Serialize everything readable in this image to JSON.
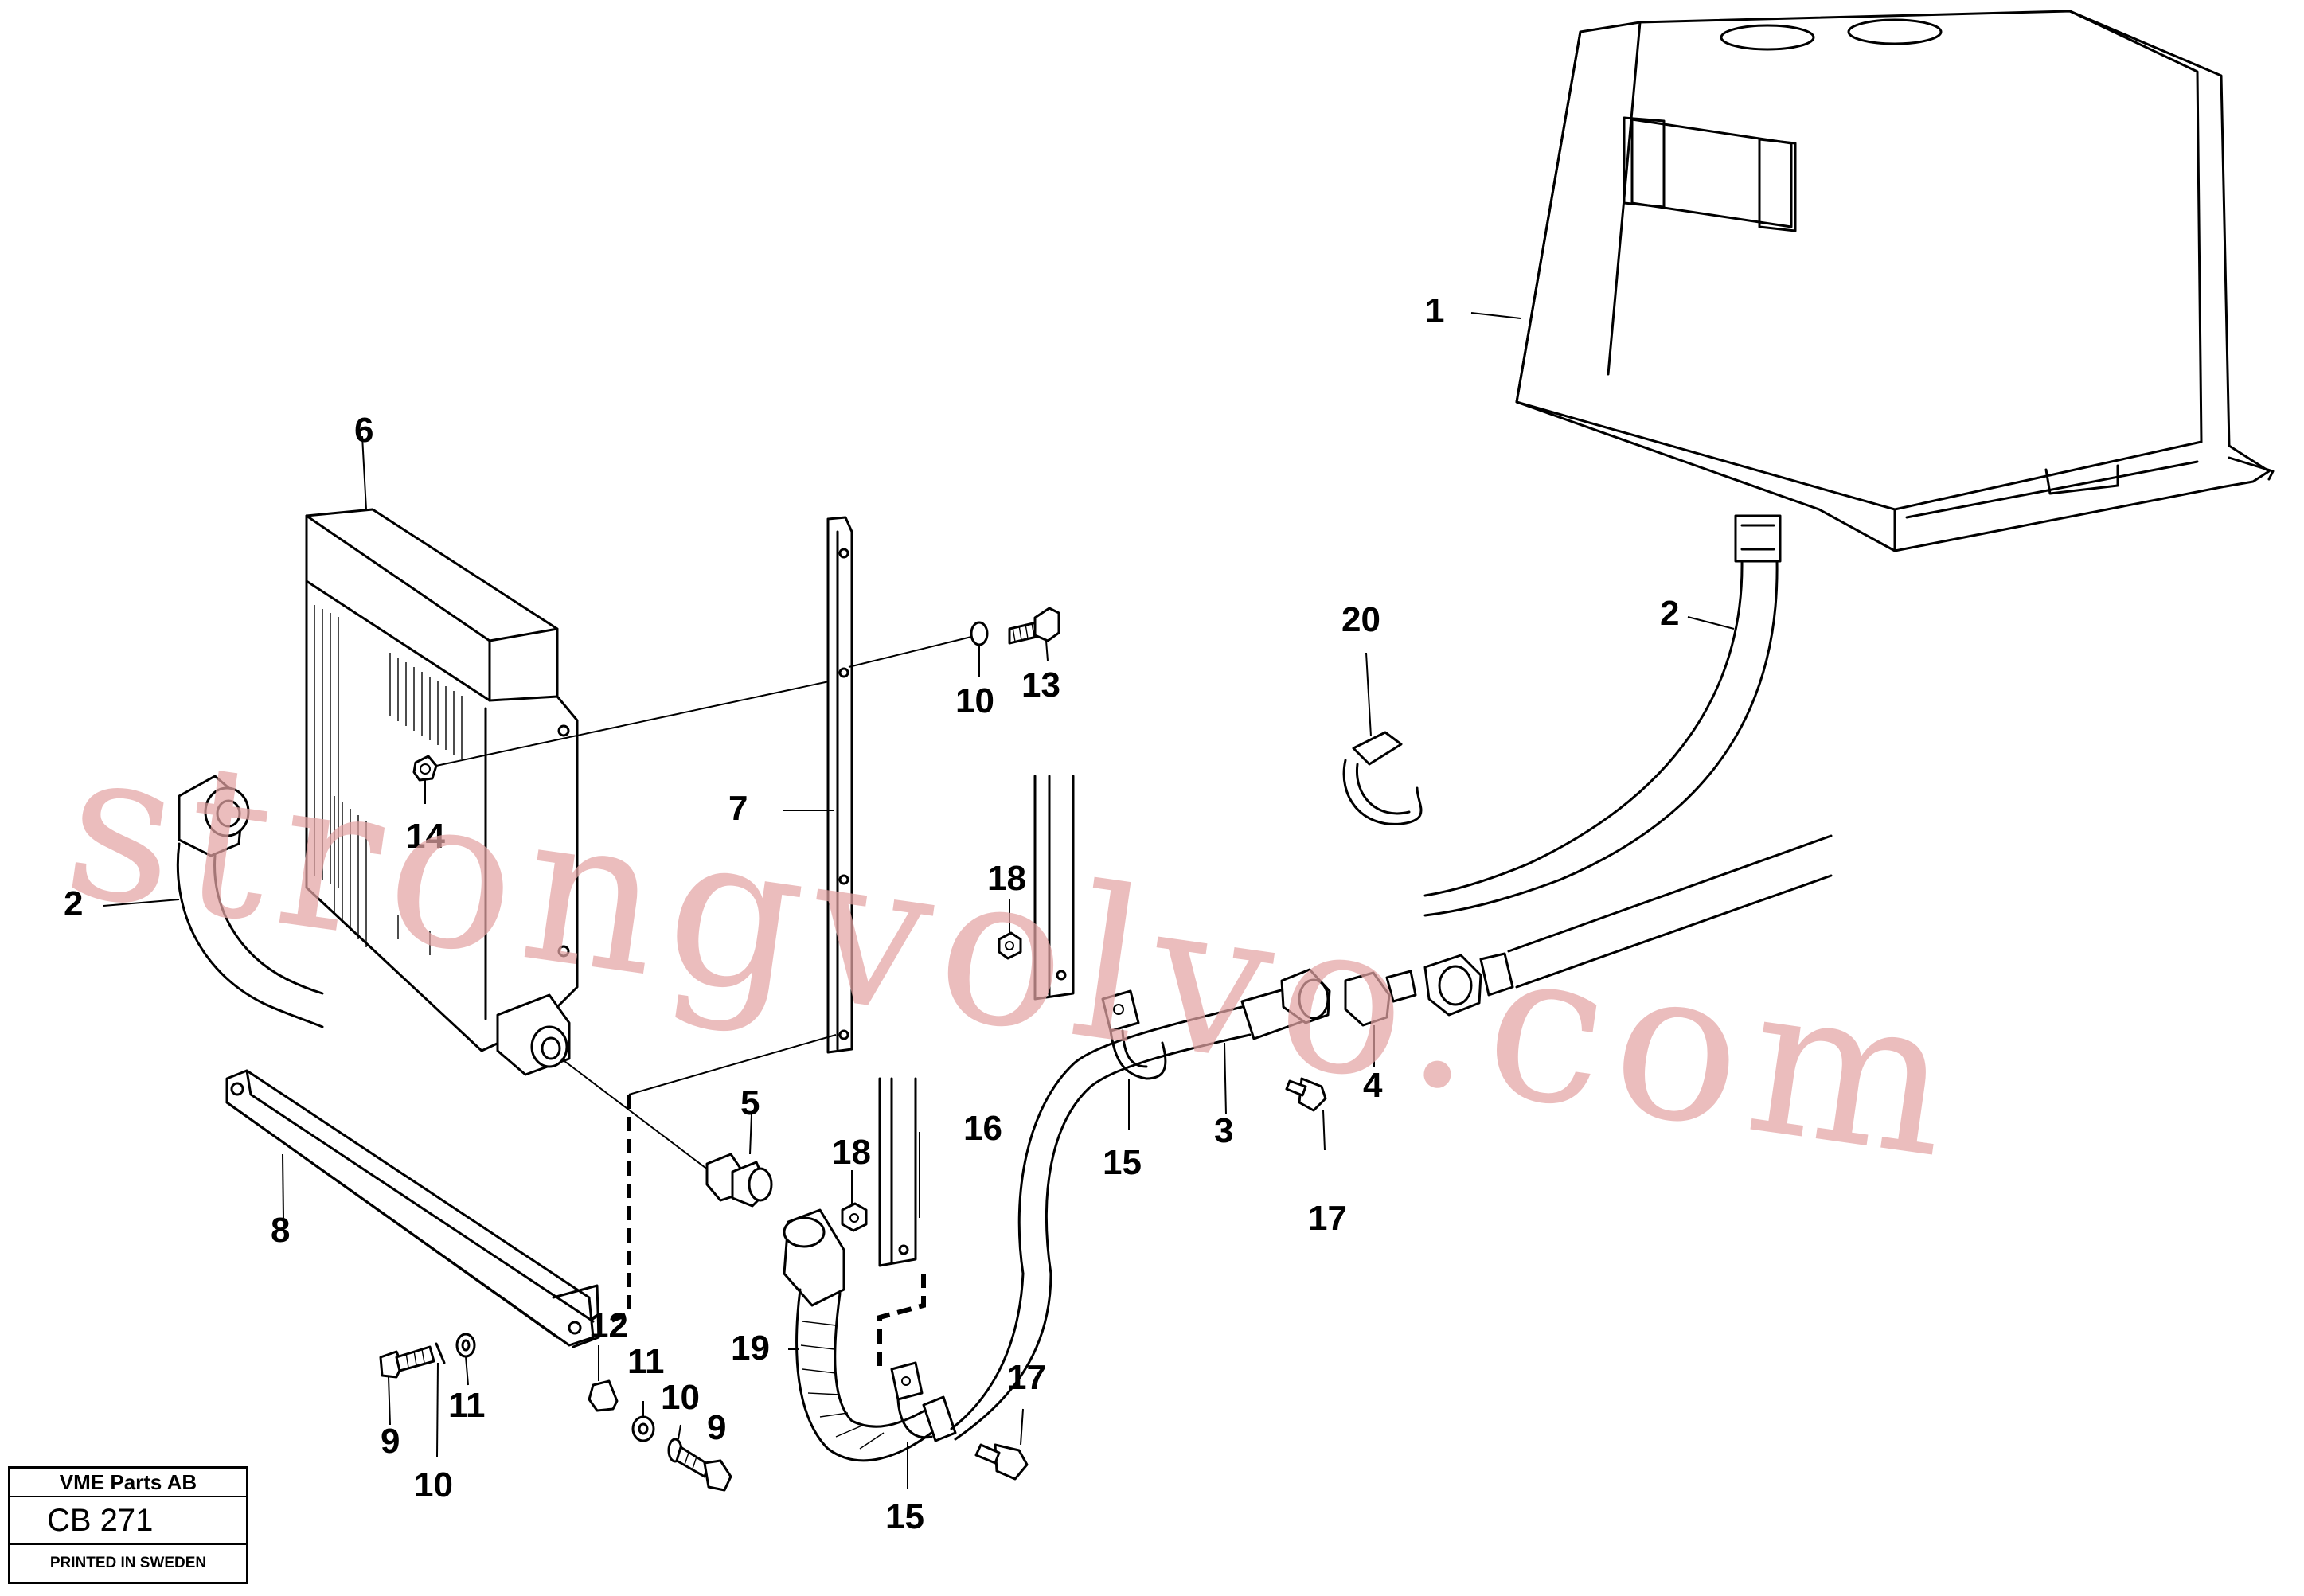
{
  "watermark": "strongvolvo.com",
  "title_block": {
    "company": "VME Parts AB",
    "code": "CB 271",
    "printed": "PRINTED IN SWEDEN"
  },
  "callouts": {
    "c1": "1",
    "c2a": "2",
    "c2b": "2",
    "c3": "3",
    "c4": "4",
    "c5": "5",
    "c6": "6",
    "c7": "7",
    "c8": "8",
    "c9a": "9",
    "c9b": "9",
    "c10a": "10",
    "c10b": "10",
    "c10c": "10",
    "c11a": "11",
    "c11b": "11",
    "c12": "12",
    "c13": "13",
    "c14": "14",
    "c15a": "15",
    "c15b": "15",
    "c16": "16",
    "c17a": "17",
    "c17b": "17",
    "c18a": "18",
    "c18b": "18",
    "c19": "19",
    "c20": "20"
  }
}
